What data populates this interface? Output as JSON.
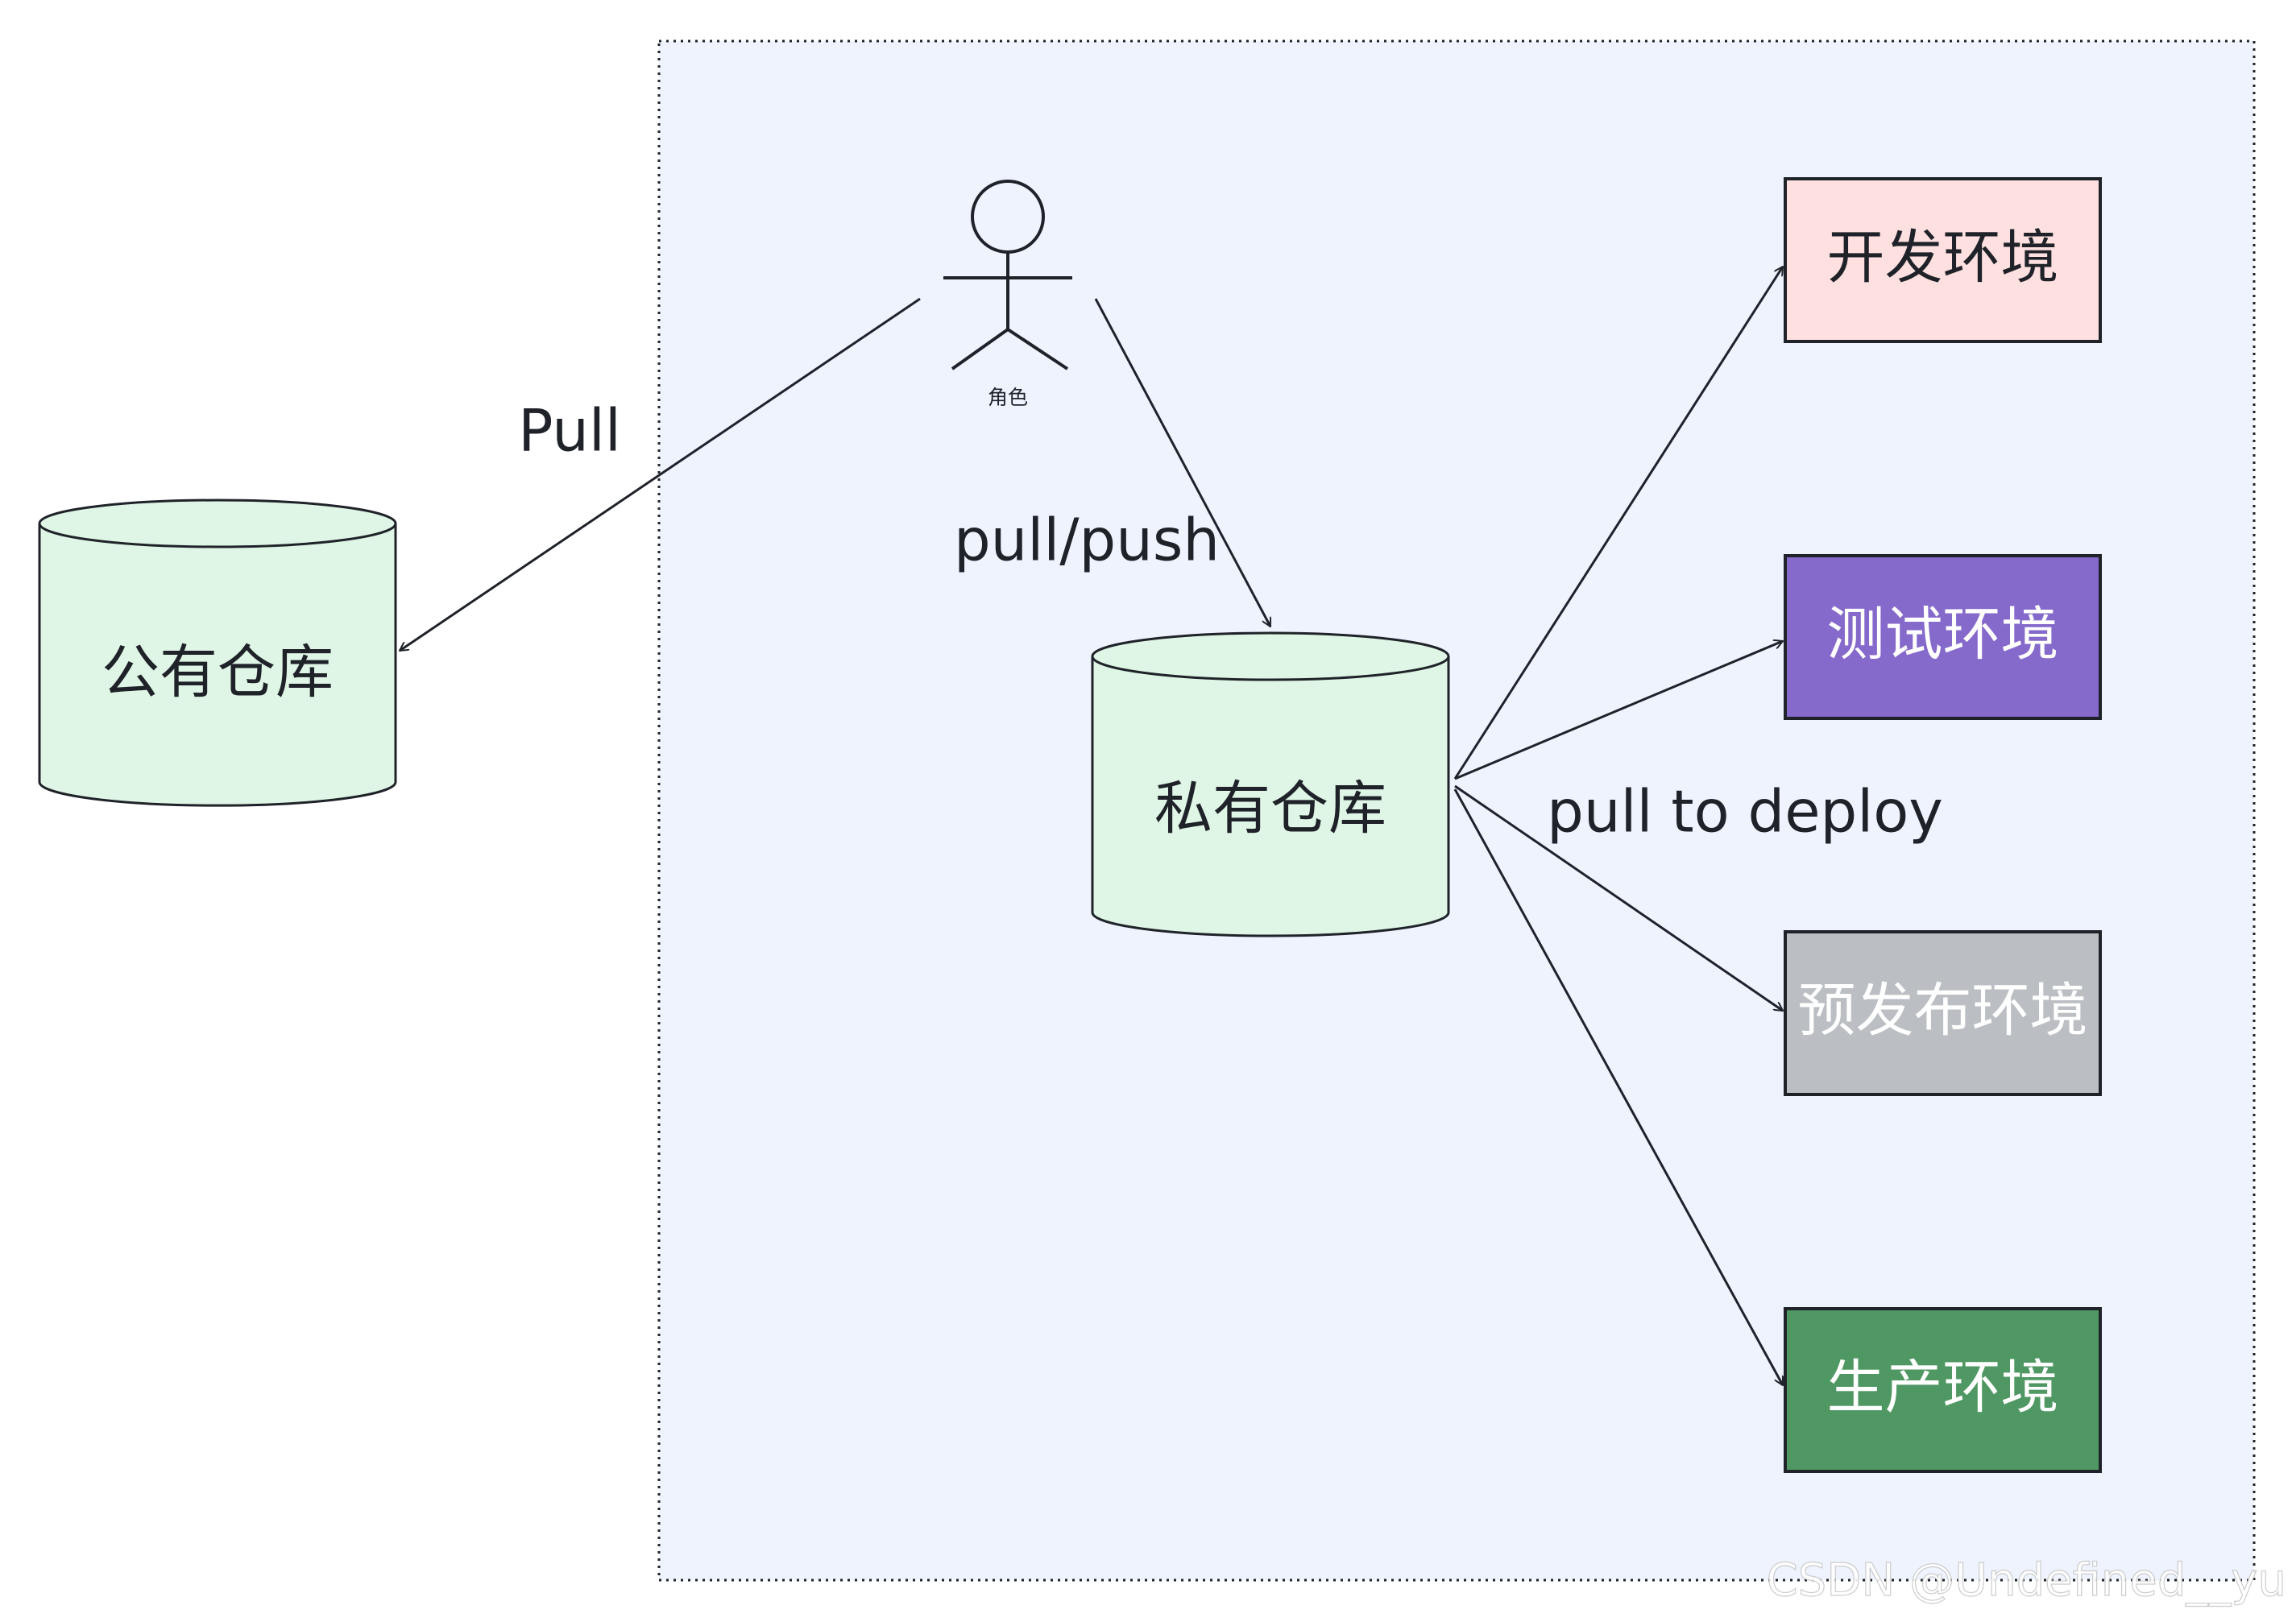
{
  "diagram": {
    "actor_label": "角色",
    "public_repo": "公有仓库",
    "private_repo": "私有仓库",
    "edge_pull": "Pull",
    "edge_pull_push": "pull/push",
    "edge_pull_to_deploy": "pull to deploy",
    "environments": [
      {
        "label": "开发环境",
        "fill": "#ffe0e0",
        "text_color": "#1f2329"
      },
      {
        "label": "测试环境",
        "fill": "#8569cb",
        "text_color": "#ffffff"
      },
      {
        "label": "预发布环境",
        "fill": "#bbbfc4",
        "text_color": "#ffffff"
      },
      {
        "label": "生产环境",
        "fill": "#509863",
        "text_color": "#ffffff"
      }
    ],
    "colors": {
      "container_fill": "#eef3fd",
      "repo_fill": "#dff5e5",
      "stroke": "#1f2329",
      "text": "#1f2329"
    }
  },
  "watermark": "CSDN @Undefined__yu"
}
